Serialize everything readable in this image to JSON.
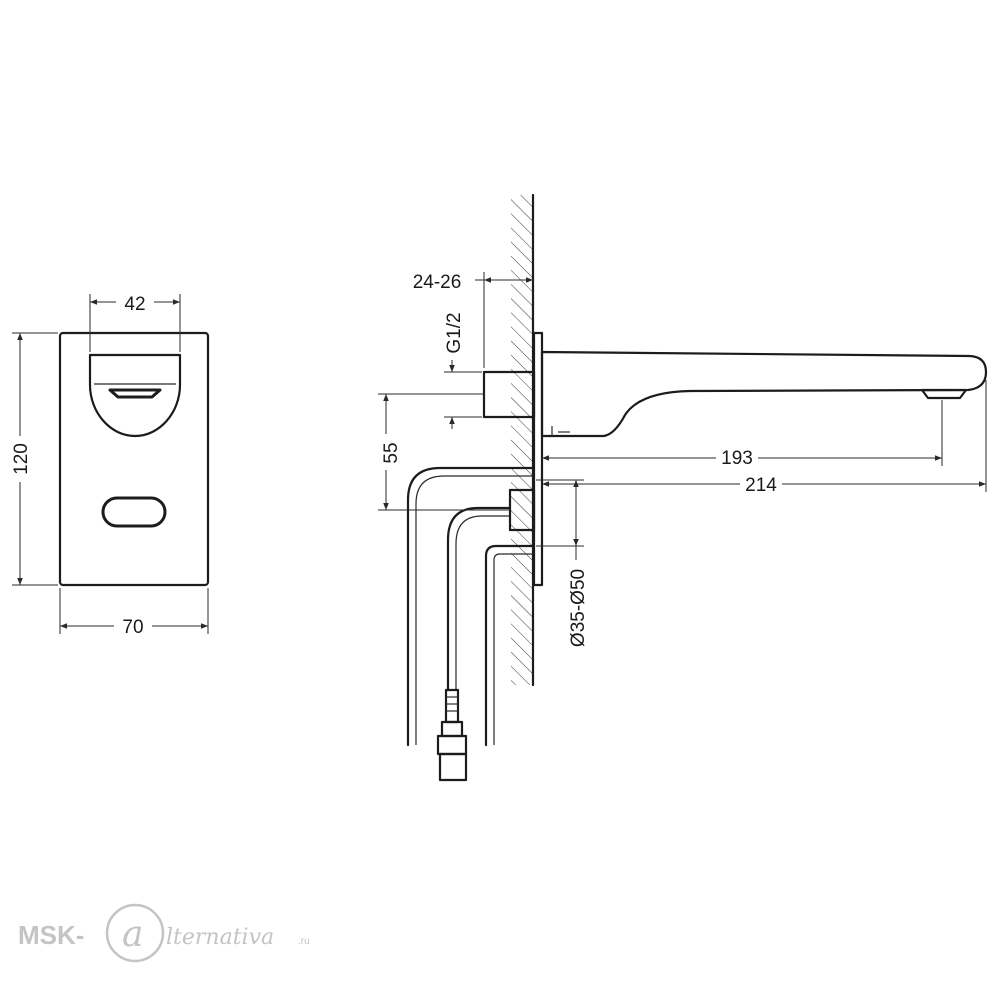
{
  "front_view": {
    "width_label": "70",
    "height_label": "120",
    "opening_label": "42"
  },
  "side_view": {
    "wall_thickness_label": "24-26",
    "thread_label": "G1/2",
    "height_label": "55",
    "projection_outlet_label": "193",
    "projection_total_label": "214",
    "pipe_diameter_label": "Ø35-Ø50"
  },
  "watermark": {
    "prefix": "MSK-",
    "symbol": "a",
    "suffix": "lternativa",
    "tld": ".ru"
  },
  "colors": {
    "line": "#1c1c1c",
    "watermark": "#c4c4c4"
  }
}
